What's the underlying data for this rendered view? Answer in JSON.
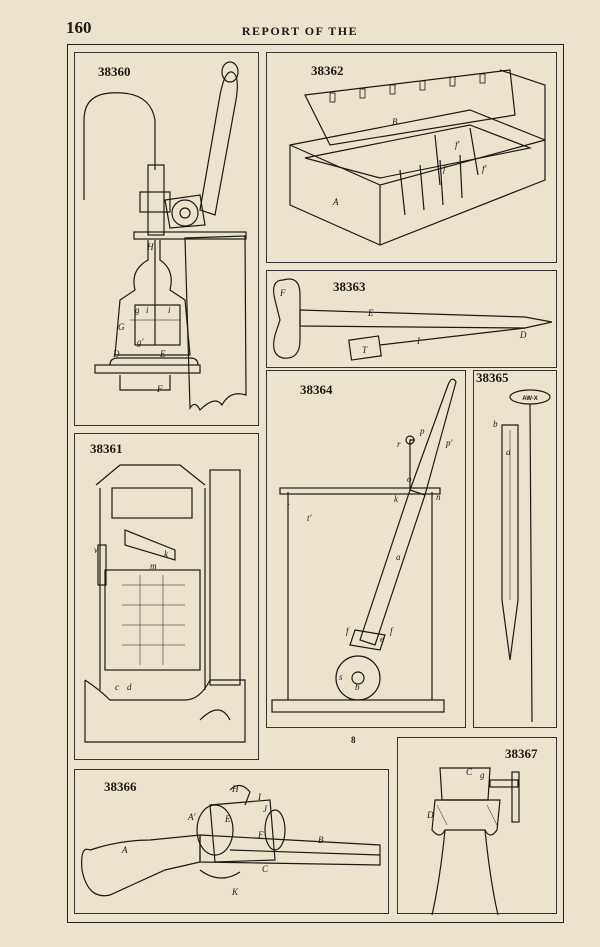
{
  "header": {
    "page_number": "160",
    "running_head": "REPORT OF THE"
  },
  "figures": [
    {
      "number": "38360",
      "labels": [
        "H",
        "g",
        "i",
        "i",
        "G",
        "g'",
        "D",
        "E",
        "F"
      ]
    },
    {
      "number": "38361",
      "labels": [
        "v",
        "k",
        "m",
        "c",
        "d"
      ]
    },
    {
      "number": "38362",
      "labels": [
        "B",
        "f'",
        "f",
        "f'",
        "A"
      ]
    },
    {
      "number": "38363",
      "labels": [
        "F",
        "E",
        "T",
        "I",
        "D"
      ]
    },
    {
      "number": "38364",
      "labels": [
        "r",
        "p",
        "p'",
        "o",
        "t",
        "t'",
        "k",
        "n",
        "a",
        "f",
        "e",
        "f",
        "s",
        "b"
      ]
    },
    {
      "number": "38365",
      "labels": [
        "AW-X",
        "b",
        "a"
      ]
    },
    {
      "number": "38366",
      "labels": [
        "H",
        "I",
        "J",
        "A'",
        "E",
        "F",
        "B",
        "A",
        "C",
        "K"
      ]
    },
    {
      "number": "38367",
      "labels": [
        "C",
        "g",
        "D"
      ]
    }
  ],
  "footer_mark": "8"
}
